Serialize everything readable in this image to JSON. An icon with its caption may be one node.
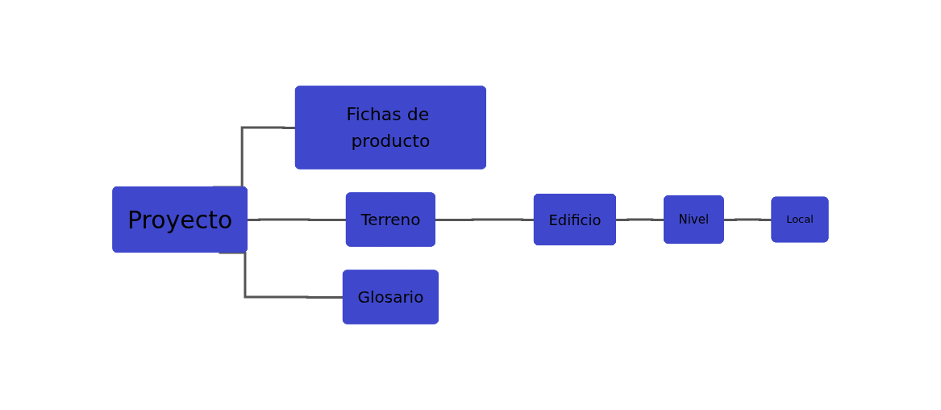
{
  "diagram": {
    "nodes": [
      {
        "text": [
          "Proyecto"
        ]
      },
      {
        "text": [
          "Fichas de producto"
        ]
      },
      {
        "text": [
          "Terreno"
        ]
      },
      {
        "text": [
          "Edificio"
        ]
      },
      {
        "text": [
          "Nivel"
        ]
      },
      {
        "text": [
          "Local"
        ]
      },
      {
        "text": [
          "Glosario"
        ]
      }
    ],
    "edges": [
      {
        "from": 0,
        "to": 1,
        "arrow": "none"
      },
      {
        "from": 0,
        "to": 2,
        "arrow": "none"
      },
      {
        "from": 0,
        "to": 6,
        "arrow": "none"
      },
      {
        "from": 2,
        "to": 3,
        "arrow": "none"
      },
      {
        "from": 3,
        "to": 4,
        "arrow": "none"
      },
      {
        "from": 4,
        "to": 5,
        "arrow": "none"
      }
    ]
  }
}
